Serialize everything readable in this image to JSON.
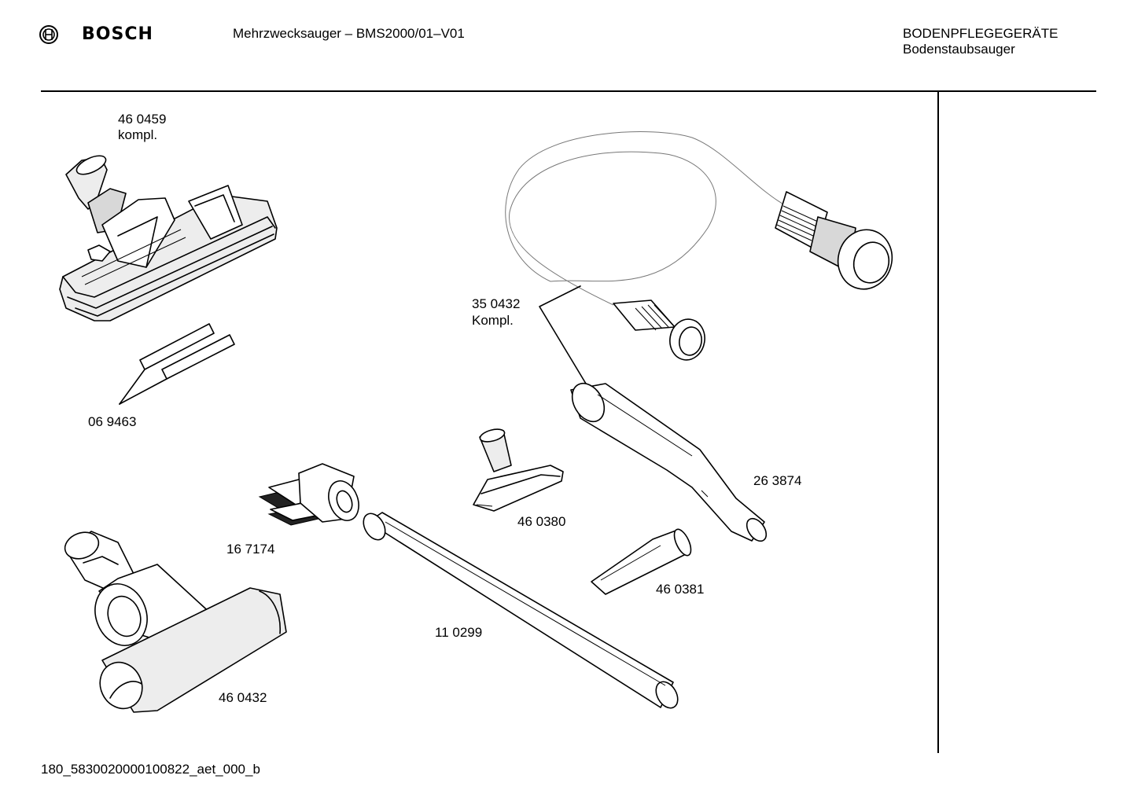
{
  "header": {
    "brand": "BOSCH",
    "document_title": "Mehrzwecksauger – BMS2000/01–V01",
    "category": "BODENPFLEGEGERÄTE",
    "subcategory": "Bodenstaubsauger"
  },
  "parts": {
    "floor_nozzle": {
      "number": "46 0459",
      "note": "kompl."
    },
    "strips": {
      "number": "06 9463"
    },
    "hose": {
      "number": "35 0432",
      "note": "Kompl."
    },
    "handle_tube": {
      "number": "26 3874"
    },
    "upholstery_nozzle": {
      "number": "46 0380"
    },
    "crevice_nozzle": {
      "number": "46 0381"
    },
    "clip_holder": {
      "number": "16 7174"
    },
    "extension_tube": {
      "number": "11 0299"
    },
    "turbo_brush": {
      "number": "46 0432"
    }
  },
  "footer": {
    "code": "180_5830020000100822_aet_000_b"
  }
}
